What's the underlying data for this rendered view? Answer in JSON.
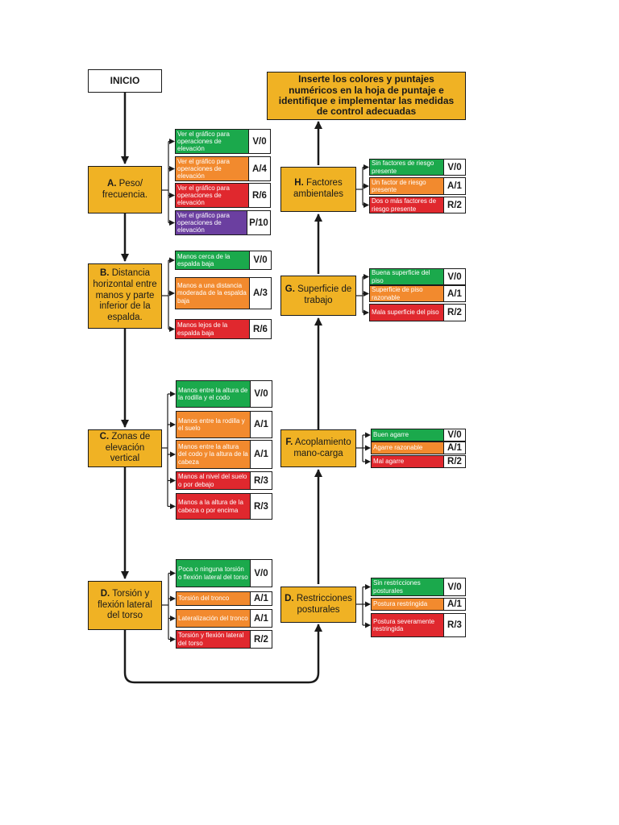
{
  "colors": {
    "box": "#F0B224",
    "green": "#1BA94C",
    "orange": "#F28A2E",
    "red": "#E0282E",
    "purple": "#6B3FA0"
  },
  "start": "INICIO",
  "final": "Inserte los colores y puntajes numéricos en la hoja de puntaje e identifique e implementar las medidas de control adecuadas",
  "boxes": {
    "A": {
      "letter": "A.",
      "text": "Peso/ frecuencia."
    },
    "B": {
      "letter": "B.",
      "text": "Distancia horizontal entre manos y parte inferior de la espalda."
    },
    "C": {
      "letter": "C.",
      "text": "Zonas de elevación vertical"
    },
    "D": {
      "letter": "D.",
      "text": "Torsión y flexión lateral del torso"
    },
    "E": {
      "letter": "D.",
      "text": "Restricciones posturales"
    },
    "F": {
      "letter": "F.",
      "text": "Acoplamiento mano-carga"
    },
    "G": {
      "letter": "G.",
      "text": "Superficie de trabajo"
    },
    "H": {
      "letter": "H.",
      "text": "Factores ambientales"
    }
  },
  "options": {
    "A": [
      {
        "label": "Ver el gráfico para operaciones de elevación",
        "value": "V/0",
        "color": "green"
      },
      {
        "label": "Ver el gráfico para operaciones de elevación",
        "value": "A/4",
        "color": "orange"
      },
      {
        "label": "Ver el gráfico para operaciones de elevación",
        "value": "R/6",
        "color": "red"
      },
      {
        "label": "Ver el gráfico para operaciones de elevación",
        "value": "P/10",
        "color": "purple"
      }
    ],
    "B": [
      {
        "label": "Manos cerca de la espalda baja",
        "value": "V/0",
        "color": "green"
      },
      {
        "label": "Manos a una distancia moderada de la espalda baja",
        "value": "A/3",
        "color": "orange"
      },
      {
        "label": "Manos lejos de la espalda baja",
        "value": "R/6",
        "color": "red"
      }
    ],
    "C": [
      {
        "label": "Manos entre la altura de la rodilla y el codo",
        "value": "V/0",
        "color": "green"
      },
      {
        "label": "Manos entre la rodilla y el suelo",
        "value": "A/1",
        "color": "orange"
      },
      {
        "label": "Manos entre la altura del codo y la altura de la cabeza",
        "value": "A/1",
        "color": "orange"
      },
      {
        "label": "Manos al nivel del suelo o por debajo",
        "value": "R/3",
        "color": "red"
      },
      {
        "label": "Manos a la altura de la cabeza o por encima",
        "value": "R/3",
        "color": "red"
      }
    ],
    "D": [
      {
        "label": "Poca o ninguna torsión o flexión lateral del torso",
        "value": "V/0",
        "color": "green"
      },
      {
        "label": "Torsión del tronco",
        "value": "A/1",
        "color": "orange"
      },
      {
        "label": "Lateralización del tronco",
        "value": "A/1",
        "color": "orange"
      },
      {
        "label": "Torsión y flexión lateral del torso",
        "value": "R/2",
        "color": "red"
      }
    ],
    "E": [
      {
        "label": "Sin restricciones posturales",
        "value": "V/0",
        "color": "green"
      },
      {
        "label": "Postura restringida",
        "value": "A/1",
        "color": "orange"
      },
      {
        "label": "Postura severamente restringida",
        "value": "R/3",
        "color": "red"
      }
    ],
    "F": [
      {
        "label": "Buen agarre",
        "value": "V/0",
        "color": "green"
      },
      {
        "label": "Agarre razonable",
        "value": "A/1",
        "color": "orange"
      },
      {
        "label": "Mal agarre",
        "value": "R/2",
        "color": "red"
      }
    ],
    "G": [
      {
        "label": "Buena superficie del piso",
        "value": "V/0",
        "color": "green"
      },
      {
        "label": "Superficie de piso razonable",
        "value": "A/1",
        "color": "orange"
      },
      {
        "label": "Mala superficie del piso",
        "value": "R/2",
        "color": "red"
      }
    ],
    "H": [
      {
        "label": "Sin factores de riesgo presente",
        "value": "V/0",
        "color": "green"
      },
      {
        "label": "Un factor de riesgo presente",
        "value": "A/1",
        "color": "orange"
      },
      {
        "label": "Dos o más factores de riesgo presente",
        "value": "R/2",
        "color": "red"
      }
    ]
  }
}
